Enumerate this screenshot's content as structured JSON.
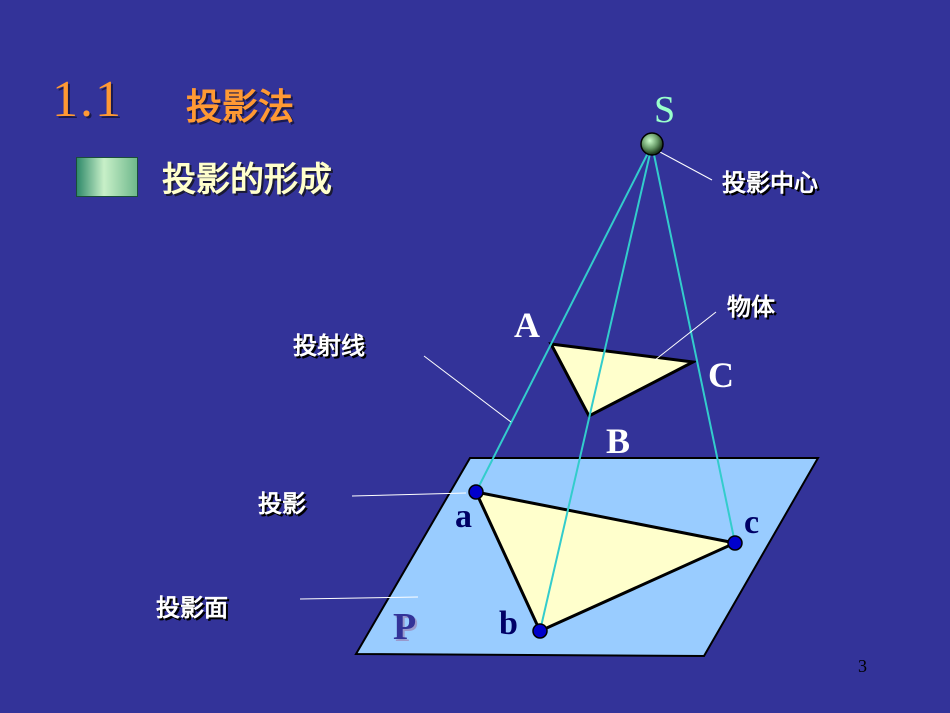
{
  "heading": {
    "number": "1.1",
    "title": "投影法"
  },
  "bullet": {
    "text": "投影的形成"
  },
  "labels": {
    "projection_center": "投影中心",
    "object": "物体",
    "projection_ray": "投射线",
    "projection": "投影",
    "projection_plane": "投影面"
  },
  "points": {
    "S": "S",
    "A": "A",
    "B": "B",
    "C": "C",
    "a": "a",
    "b": "b",
    "c": "c",
    "plane": "P"
  },
  "page_number": "3",
  "colors": {
    "background": "#333399",
    "heading": "#ff9933",
    "plane_fill": "#99ccff",
    "triangle_fill": "#ffffcc",
    "ray": "#33cccc",
    "point": "#0000cc"
  }
}
